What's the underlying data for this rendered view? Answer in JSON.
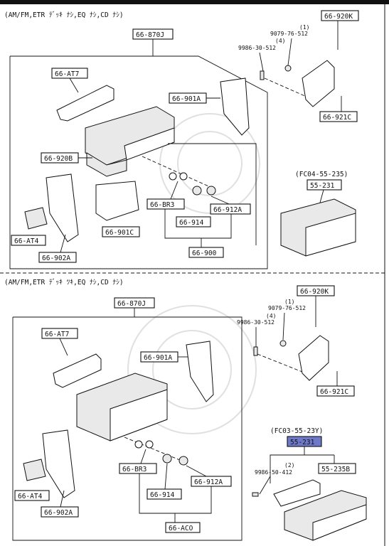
{
  "top": {
    "header": "(AM/FM,ETR ﾃﾞｯｷ ﾅｼ,EQ ﾅｼ,CD ﾅｼ)",
    "labels": {
      "unit_top": "66-870J",
      "at7": "66-AT7",
      "b901a": "66-901A",
      "b920b": "66-920B",
      "br3": "66-BR3",
      "k912a": "66-912A",
      "k914": "66-914",
      "k900": "66-900",
      "c901c": "66-901C",
      "at4": "66-AT4",
      "b902a": "66-902A",
      "k920k": "66-920K",
      "k921c": "66-921C",
      "p55231": "55-231"
    },
    "small": {
      "n1": "(1)",
      "s9079": "9079-76-512",
      "n4": "(4)",
      "s9986": "9986-30-512",
      "fc04": "(FC04-55-235)"
    }
  },
  "bottom": {
    "header": "(AM/FM,ETR ﾃﾞｯｷ ﾂｷ,EQ ﾅｼ,CD ﾅｼ)",
    "labels": {
      "unit_top": "66-870J",
      "at7": "66-AT7",
      "b901a": "66-901A",
      "br3": "66-BR3",
      "k912a": "66-912A",
      "k914": "66-914",
      "aco": "66-ACO",
      "at4": "66-AT4",
      "b902a": "66-902A",
      "k920k": "66-920K",
      "k921c": "66-921C",
      "p55231": "55-231",
      "p55235b": "55-235B"
    },
    "small": {
      "n1": "(1)",
      "s9079": "9079-76-512",
      "n4": "(4)",
      "s9986": "9986-30-512",
      "fc03": "(FC03-55-23Y)",
      "n2": "(2)",
      "s998650": "9986-50-412"
    }
  },
  "colors": {
    "highlight": "#6f79c9",
    "ink": "#111111"
  }
}
